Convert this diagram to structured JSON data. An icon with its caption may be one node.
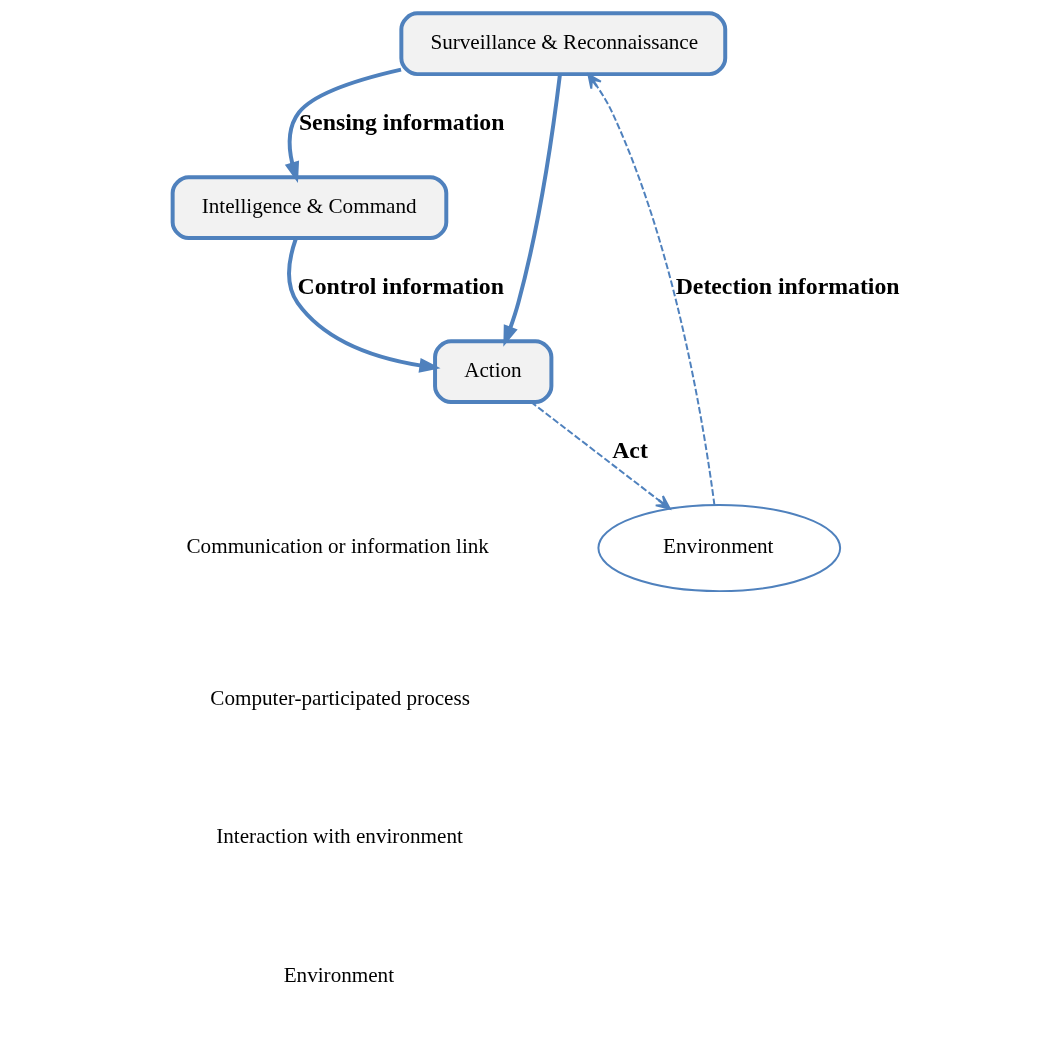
{
  "diagram": {
    "nodes": [
      {
        "text": [
          "Surveillance & Reconnaissance"
        ]
      },
      {
        "text": [
          "Environment"
        ]
      },
      {
        "text": [
          "Intelligence & Command"
        ]
      },
      {
        "text": [
          "Action"
        ]
      }
    ],
    "edges": [
      {
        "from": 1,
        "to": 0,
        "arrow": "to",
        "label": "Detection information",
        "style": "dashed"
      },
      {
        "from": 0,
        "to": 2,
        "arrow": "to",
        "label": "Sensing information"
      },
      {
        "from": 2,
        "to": 3,
        "arrow": "to",
        "label": "Control information"
      },
      {
        "from": 0,
        "to": 3,
        "arrow": "to"
      },
      {
        "from": 3,
        "to": 1,
        "arrow": "to",
        "label": "Act",
        "style": "dashed"
      }
    ],
    "legend": [
      {
        "text": "Communication or information link"
      },
      {
        "text": "Computer-participated process"
      },
      {
        "text": "Interaction with environment"
      },
      {
        "text": "Environment"
      }
    ]
  }
}
